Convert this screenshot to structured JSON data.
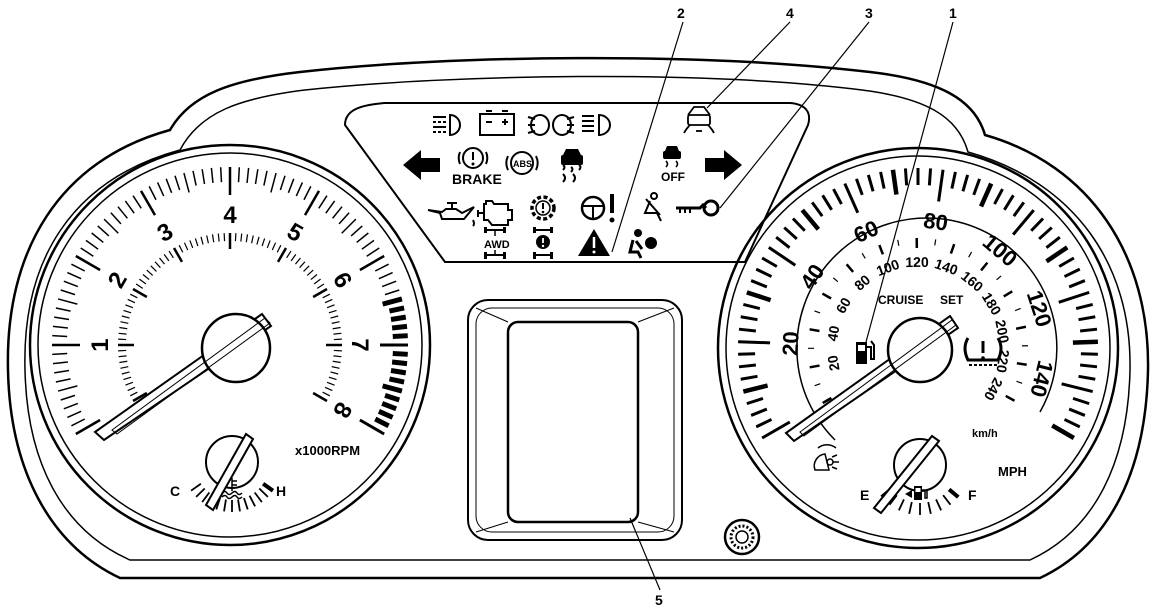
{
  "callouts": [
    {
      "id": "1",
      "label": "1"
    },
    {
      "id": "2",
      "label": "2"
    },
    {
      "id": "3",
      "label": "3"
    },
    {
      "id": "4",
      "label": "4"
    },
    {
      "id": "5",
      "label": "5"
    }
  ],
  "tachometer": {
    "numbers": [
      "1",
      "2",
      "3",
      "4",
      "5",
      "6",
      "7",
      "8"
    ],
    "unit_label": "x1000RPM",
    "temp_cold_label": "C",
    "temp_hot_label": "H"
  },
  "speedometer": {
    "mph_numbers": [
      "20",
      "40",
      "60",
      "80",
      "100",
      "120",
      "140"
    ],
    "kmh_numbers": [
      "20",
      "40",
      "60",
      "80",
      "100",
      "120",
      "140",
      "160",
      "180",
      "200",
      "220",
      "240"
    ],
    "mph_label": "MPH",
    "kmh_label": "km/h",
    "cruise_label": "CRUISE",
    "set_label": "SET",
    "fuel_empty_label": "E",
    "fuel_full_label": "F"
  },
  "telltales": {
    "brake_label": "BRAKE",
    "abs_label": "ABS",
    "traction_off_label": "OFF",
    "awd_label": "AWD"
  },
  "icons": [
    "fog-light-icon",
    "battery-icon",
    "parking-lights-icon",
    "high-beam-icon",
    "lane-departure-icon",
    "turn-left-icon",
    "brake-warning-icon",
    "abs-icon",
    "traction-control-icon",
    "traction-off-icon",
    "turn-right-icon",
    "oil-pressure-icon",
    "check-engine-icon",
    "transmission-warning-icon",
    "power-steering-icon",
    "seatbelt-icon",
    "security-key-icon",
    "awd-icon",
    "service-awd-icon",
    "hazard-warning-icon",
    "airbag-icon",
    "fuel-pump-icon",
    "tire-pressure-icon",
    "coolant-icon",
    "headlamp-leveling-icon",
    "reset-knob-icon"
  ]
}
